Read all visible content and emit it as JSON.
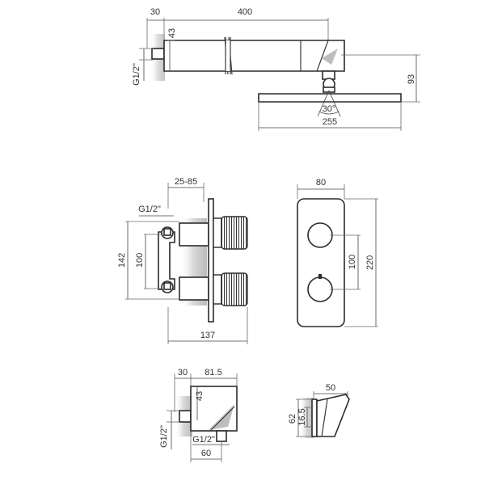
{
  "top_view": {
    "dim_30": "30",
    "dim_400": "400",
    "dim_43": "43",
    "dim_93": "93",
    "dim_255": "255",
    "dim_angle": "30°",
    "thread": "G1/2\""
  },
  "valve_view": {
    "dim_25_85": "25-85",
    "thread": "G1/2\"",
    "dim_142": "142",
    "dim_100": "100",
    "dim_137": "137"
  },
  "plate_view": {
    "dim_80": "80",
    "dim_100": "100",
    "dim_220": "220"
  },
  "outlet_view": {
    "dim_30": "30",
    "dim_81_5": "81.5",
    "dim_43": "43",
    "thread_side": "G1/2\"",
    "thread_bottom": "G1/2\"",
    "dim_60": "60"
  },
  "holder_view": {
    "dim_50": "50",
    "dim_62": "62",
    "dim_16_5": "16.5"
  },
  "colors": {
    "line": "#2b2b2b",
    "wall_shade": "#bdbdbd"
  }
}
